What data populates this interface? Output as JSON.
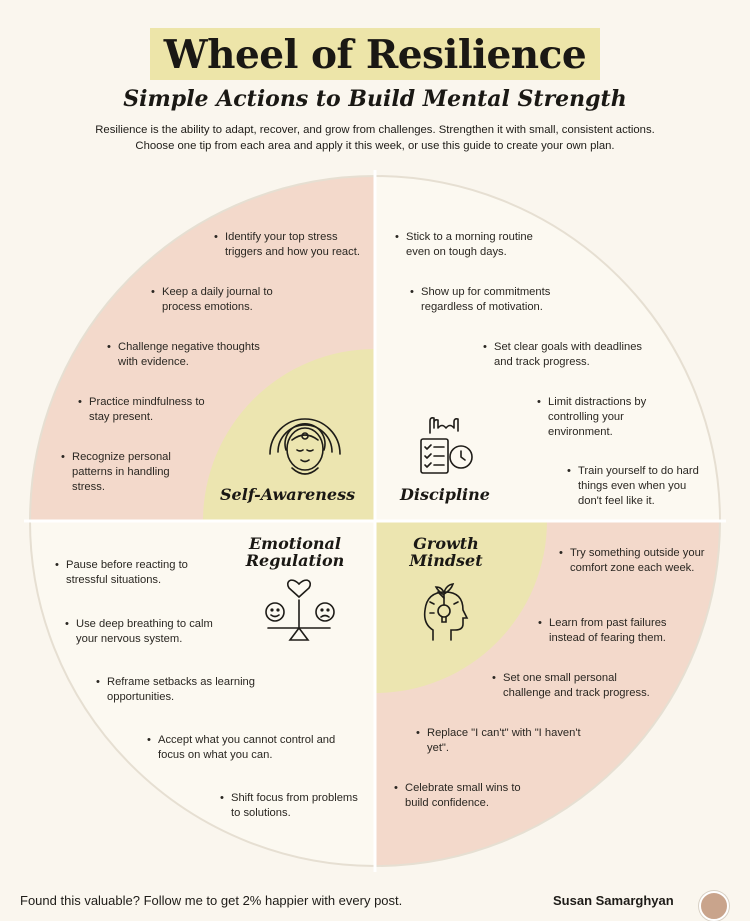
{
  "title": "Wheel of Resilience",
  "subtitle": "Simple Actions to Build Mental Strength",
  "intro": [
    "Resilience is the ability to adapt, recover, and grow from challenges. Strengthen it with small, consistent actions.",
    "Choose one tip from each area and apply it this week, or use this guide to create your own plan."
  ],
  "colors": {
    "background": "#faf6ee",
    "pink": "#f3d9cb",
    "cream": "#fcf9f1",
    "yellow": "#ece5b0",
    "title_highlight": "#ede5a9"
  },
  "segments": {
    "self_awareness": {
      "label": "Self-Awareness",
      "icon": "meditating-head-icon",
      "tips": [
        "Identify your top stress triggers and how you react.",
        "Keep a daily journal to process emotions.",
        "Challenge negative thoughts with evidence.",
        "Practice mindfulness to stay present.",
        "Recognize personal patterns in handling stress."
      ]
    },
    "discipline": {
      "label": "Discipline",
      "icon": "checklist-clock-icon",
      "tips": [
        "Stick to a morning routine even on tough days.",
        "Show up for commitments regardless of motivation.",
        "Set clear goals with deadlines and track progress.",
        "Limit distractions by controlling your environment.",
        "Train yourself to do hard things even when you don't feel like it."
      ]
    },
    "emotional_regulation": {
      "label_line1": "Emotional",
      "label_line2": "Regulation",
      "icon": "balance-scale-emotions-icon",
      "tips": [
        "Pause before reacting to stressful situations.",
        "Use deep breathing to calm your nervous system.",
        "Reframe setbacks as learning opportunities.",
        "Accept what you cannot control and focus on what you can.",
        "Shift focus from problems to solutions."
      ]
    },
    "growth_mindset": {
      "label_line1": "Growth",
      "label_line2": "Mindset",
      "icon": "head-lightbulb-plant-icon",
      "tips": [
        "Try something outside your comfort zone each week.",
        "Learn from past failures instead of fearing them.",
        "Set one small personal challenge and track progress.",
        "Replace \"I can't\" with \"I haven't yet\".",
        "Celebrate small wins to build confidence."
      ]
    }
  },
  "footer": {
    "cta": "Found this valuable? Follow me to get 2% happier with every post.",
    "author": "Susan Samarghyan"
  }
}
